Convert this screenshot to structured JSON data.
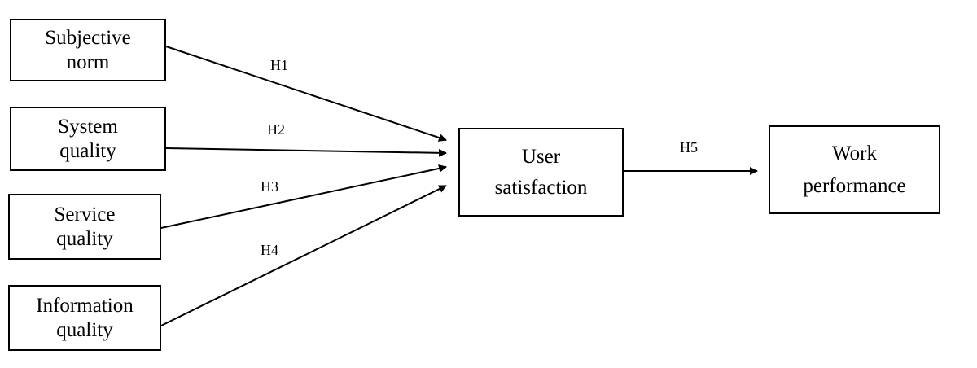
{
  "constructs": {
    "subjective_norm": [
      "Subjective",
      "norm"
    ],
    "system_quality": [
      "System",
      "quality"
    ],
    "service_quality": [
      "Service",
      "quality"
    ],
    "information_quality": [
      "Information",
      "quality"
    ],
    "user_satisfaction": [
      "User",
      "satisfaction"
    ],
    "work_performance": [
      "Work",
      "performance"
    ]
  },
  "hypotheses": {
    "h1": "H1",
    "h2": "H2",
    "h3": "H3",
    "h4": "H4",
    "h5": "H5"
  },
  "colors": {
    "line": "#000000",
    "background": "#ffffff"
  }
}
